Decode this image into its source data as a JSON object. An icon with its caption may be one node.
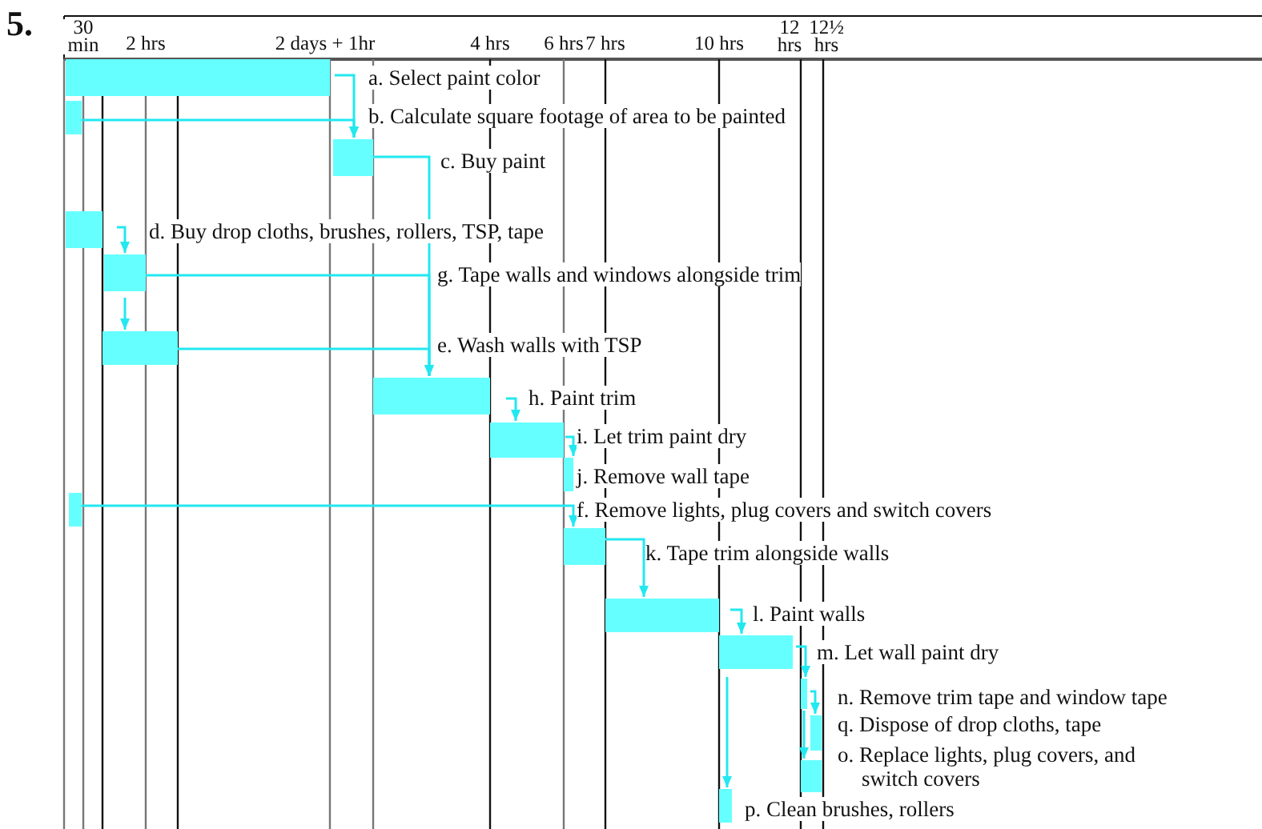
{
  "diagram": {
    "nodes": [
      {
        "text": [],
        "shape": "bar"
      },
      {
        "text": [],
        "shape": "bar"
      },
      {
        "text": [],
        "shape": "bar"
      },
      {
        "text": [],
        "shape": "bar"
      },
      {
        "text": [],
        "shape": "bar"
      },
      {
        "text": [],
        "shape": "bar"
      },
      {
        "text": [],
        "shape": "bar"
      },
      {
        "text": [],
        "shape": "bar"
      },
      {
        "text": [],
        "shape": "bar"
      },
      {
        "text": [],
        "shape": "bar"
      },
      {
        "text": [],
        "shape": "bar"
      },
      {
        "text": [],
        "shape": "bar"
      },
      {
        "text": [],
        "shape": "bar"
      },
      {
        "text": [],
        "shape": "bar"
      },
      {
        "text": [],
        "shape": "bar"
      },
      {
        "text": [],
        "shape": "bar"
      },
      {
        "text": [],
        "shape": "bar"
      }
    ],
    "edges": [
      {
        "from": 0,
        "to": 2,
        "arrow": "to"
      },
      {
        "from": 1,
        "to": 2,
        "arrow": "to"
      },
      {
        "from": 2,
        "to": 6,
        "arrow": "to"
      },
      {
        "from": 4,
        "to": 6,
        "arrow": "to"
      },
      {
        "from": 5,
        "to": 6,
        "arrow": "to"
      },
      {
        "from": 3,
        "to": 4,
        "arrow": "to"
      },
      {
        "from": 4,
        "to": 5,
        "arrow": "to"
      },
      {
        "from": 6,
        "to": 7,
        "arrow": "to"
      },
      {
        "from": 7,
        "to": 8,
        "arrow": "to"
      },
      {
        "from": 9,
        "to": 10,
        "arrow": "to"
      },
      {
        "from": 10,
        "to": 11,
        "arrow": "to"
      },
      {
        "from": 11,
        "to": 12,
        "arrow": "to"
      },
      {
        "from": 12,
        "to": 13,
        "arrow": "to"
      },
      {
        "from": 13,
        "to": 14,
        "arrow": "to"
      },
      {
        "from": 13,
        "to": 15,
        "arrow": "to"
      },
      {
        "from": 12,
        "to": 16,
        "arrow": "to"
      }
    ],
    "labels": [
      "5.",
      "30 min",
      "2 hrs",
      "2 days + 1hr",
      "4 hrs",
      "6 hrs",
      "7 hrs",
      "10 hrs",
      "12 hrs",
      "12½ hrs",
      "a. Select paint color",
      "b. Calculate square footage of area to be painted",
      "c. Buy paint",
      "d. Buy drop cloths, brushes, rollers, TSP, tape",
      "g. Tape walls and windows alongside trim",
      "e. Wash walls with TSP",
      "h. Paint trim",
      "i. Let trim paint dry",
      "j. Remove wall tape",
      "f. Remove lights, plug covers and switch covers",
      "k. Tape trim alongside walls",
      "l. Paint walls",
      "m. Let wall paint dry",
      "n. Remove trim tape and window tape",
      "q. Dispose of drop cloths, tape",
      "o. Replace lights, plug covers, and switch covers",
      "p. Clean brushes, rollers"
    ]
  }
}
